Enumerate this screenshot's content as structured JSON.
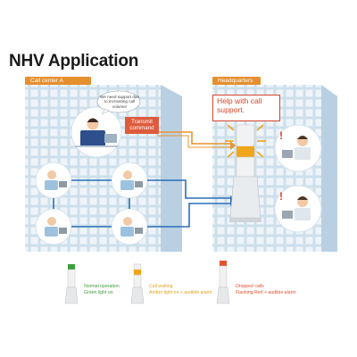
{
  "title": "NHV Application",
  "labels": {
    "call_center": "Call center A",
    "headquarters": "Headquarters"
  },
  "speech_bubble": "We need support due to increasing call volume!",
  "command_box": "Transmit command",
  "help_bubble": "Help with call support.",
  "legend": [
    {
      "line1": "Normal operation",
      "line2": "Green light on",
      "color": "#3e9e3c"
    },
    {
      "line1": "Call waiting",
      "line2": "Amber light on + audible alarm",
      "color": "#e6a21c"
    },
    {
      "line1": "Dropped calls",
      "line2": "Flashing Red + audible alarm",
      "color": "#e0522f"
    }
  ],
  "colors": {
    "building": "#c9dcea",
    "window": "#f1f6fa",
    "arrow_orange": "#e8942e",
    "arrow_blue": "#2a6fb8",
    "accent_red": "#d8442b"
  }
}
